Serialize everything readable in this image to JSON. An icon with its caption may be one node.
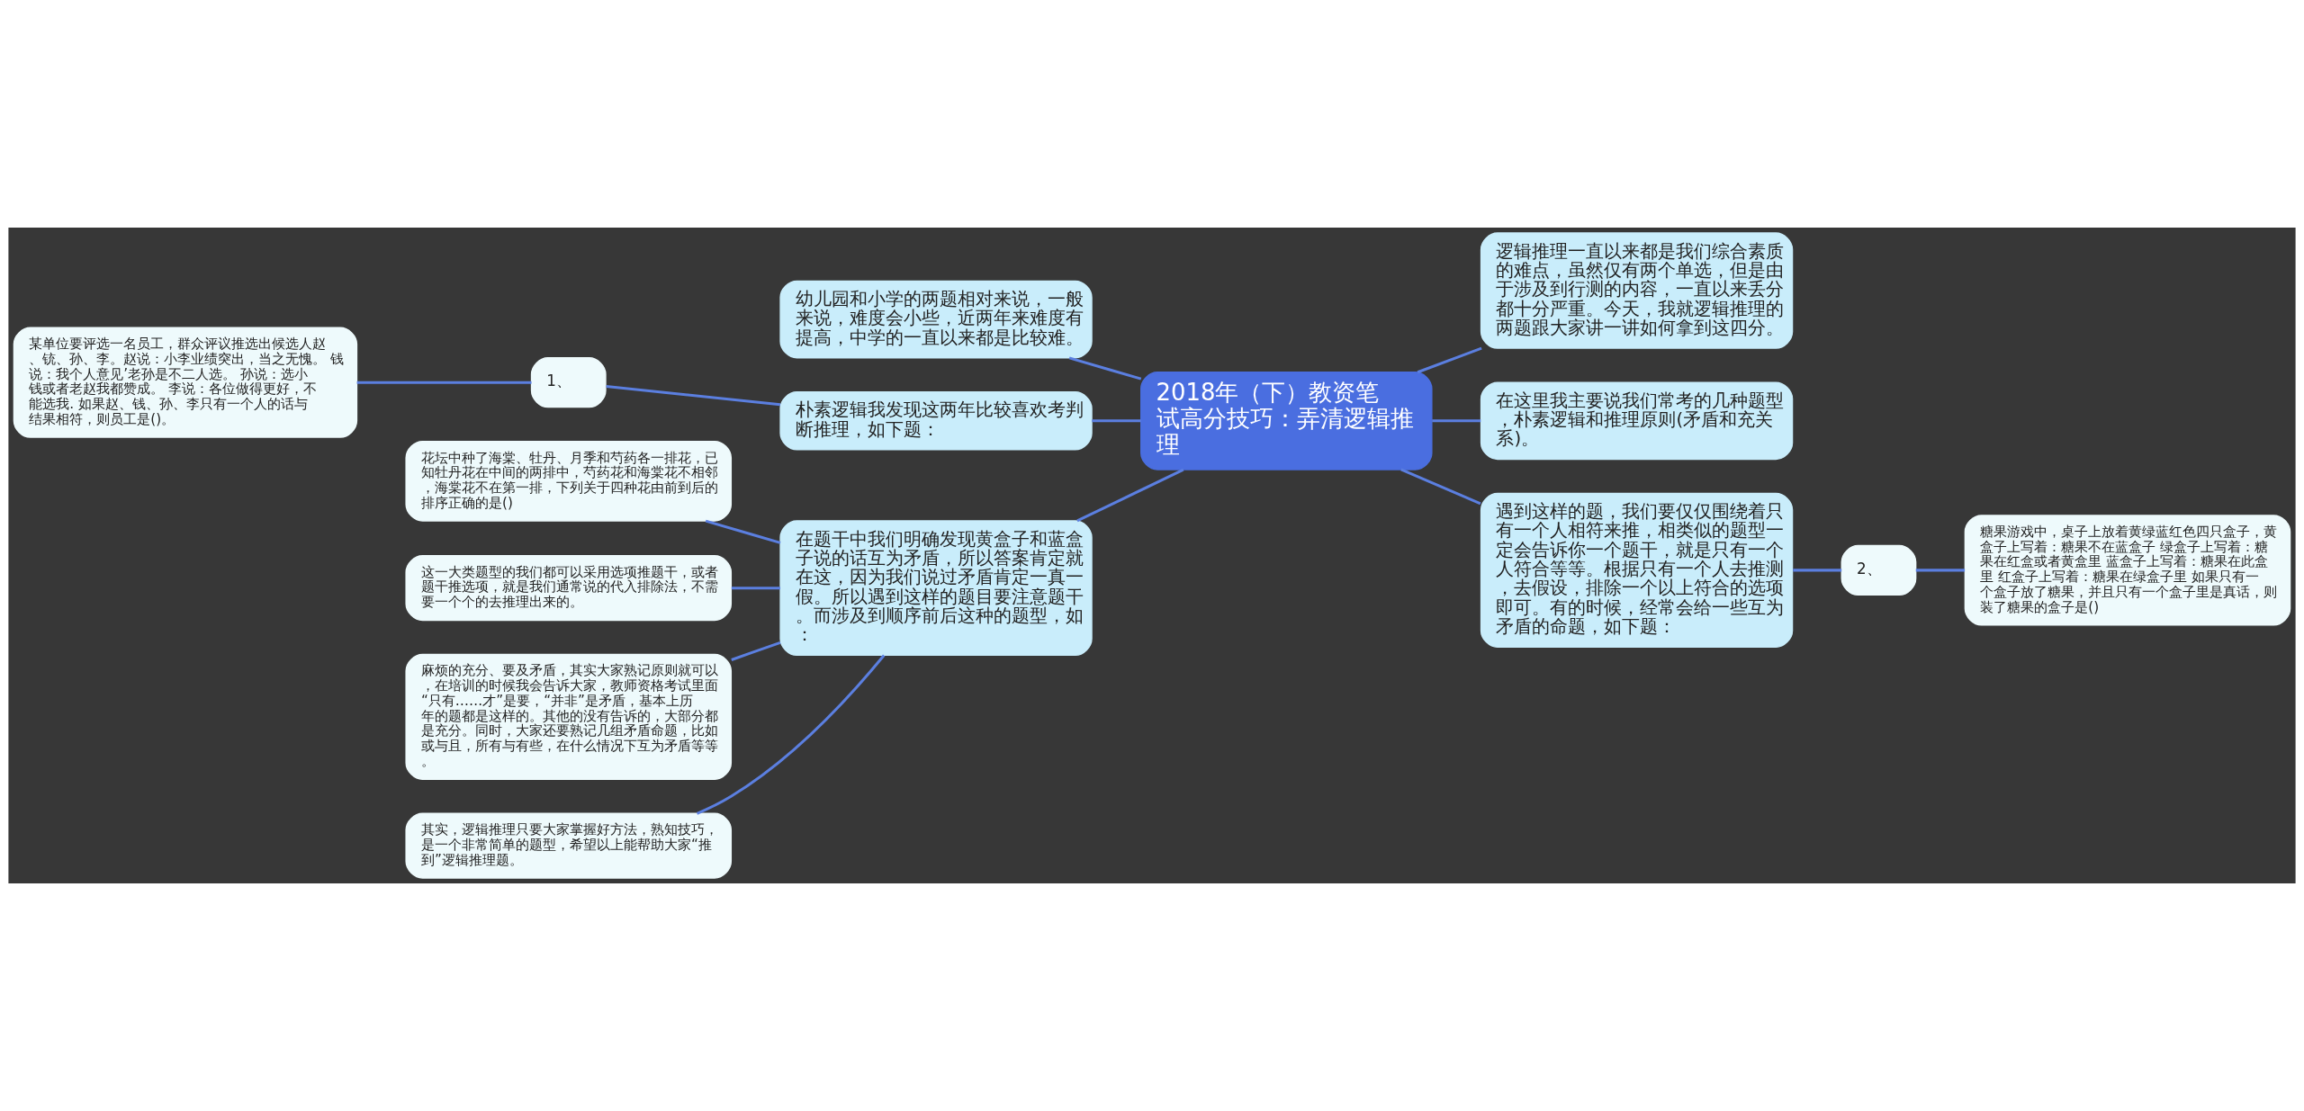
{
  "diagram": {
    "nodes": [
      {
        "text": [
          "2018年（下）教资笔试高分技巧：弄清逻辑推理"
        ]
      },
      {
        "text": [
          "幼儿园和小学的两题相对来说，一般来说，难度会小些，近两年来难度有提高，中学的一直以来都是比较难。"
        ]
      },
      {
        "text": [
          "朴素逻辑我发现这两年比较喜欢考判断推理，如下题："
        ]
      },
      {
        "text": [
          "1、"
        ]
      },
      {
        "text": [
          "某单位要评选一名员工，群众评议推选出候选人赵、铳、孙、李。赵说：小李业绩突出，当之无愧。 钱说：我个人意见’老孙是不二人选。 孙说：选小钱或者老赵我都赞成。 李说：各位做得更好，不能选我. 如果赵、钱、孙、李只有一个人的话与结果相符，则员工是()。"
        ]
      },
      {
        "text": [
          "在题干中我们明确发现黄盒子和蓝盒子说的话互为矛盾，所以答案肯定就在这，因为我们说过矛盾肯定一真一假。所以遇到这样的题目要注意题干。而涉及到顺序前后这种的题型，如："
        ]
      },
      {
        "text": [
          "花坛中种了海棠、牡丹、月季和芍药各一排花，已知牡丹花在中间的两排中，芍药花和海棠花不相邻，海棠花不在第一排，下列关于四种花由前到后的排序正确的是()"
        ]
      },
      {
        "text": [
          "这一大类题型的我们都可以采用选项推题干，或者题干推选项，就是我们通常说的代入排除法，不需要一个个的去推理出来的。"
        ]
      },
      {
        "text": [
          "麻烦的充分、要及矛盾，其实大家熟记原则就可以，在培训的时候我会告诉大家，教师资格考试里面“只有……才”是要，“并非”是矛盾，基本上历年的题都是这样的。其他的没有告诉的，大部分都是充分。同时，大家还要熟记几组矛盾命题，比如或与且，所有与有些，在什么情况下互为矛盾等等。"
        ]
      },
      {
        "text": [
          "其实，逻辑推理只要大家掌握好方法，熟知技巧，是一个非常简单的题型，希望以上能帮助大家“推到”逻辑推理题。"
        ]
      },
      {
        "text": [
          "逻辑推理一直以来都是我们综合素质的难点，虽然仅有两个单选，但是由于涉及到行测的内容，一直以来丢分都十分严重。今天，我就逻辑推理的两题跟大家讲一讲如何拿到这四分。"
        ]
      },
      {
        "text": [
          "在这里我主要说我们常考的几种题型，朴素逻辑和推理原则(矛盾和充关系)。"
        ]
      },
      {
        "text": [
          "遇到这样的题，我们要仅仅围绕着只有一个人相符来推，相类似的题型一定会告诉你一个题干，就是只有一个人符合等等。根据只有一个人去推测，去假设，排除一个以上符合的选项即可。有的时候，经常会给一些互为矛盾的命题，如下题："
        ]
      },
      {
        "text": [
          "2、"
        ]
      },
      {
        "text": [
          "糖果游戏中，桌子上放着黄绿蓝红色四只盒子，黄盒子上写着：糖果不在蓝盒子 绿盒子上写着：糖果在红盒或者黄盒里 蓝盒子上写着：糖果在此盒里 红盒子上写着：糖果在绿盒子里 如果只有一个盒子放了糖果，并且只有一个盒子里是真话，则装了糖果的盒子是()"
        ]
      }
    ],
    "edges": [
      {
        "from": 0,
        "to": 1,
        "arrow": "none"
      },
      {
        "from": 0,
        "to": 2,
        "arrow": "none"
      },
      {
        "from": 2,
        "to": 3,
        "arrow": "none"
      },
      {
        "from": 3,
        "to": 4,
        "arrow": "none"
      },
      {
        "from": 0,
        "to": 5,
        "arrow": "none"
      },
      {
        "from": 5,
        "to": 6,
        "arrow": "none"
      },
      {
        "from": 5,
        "to": 7,
        "arrow": "none"
      },
      {
        "from": 5,
        "to": 8,
        "arrow": "none"
      },
      {
        "from": 5,
        "to": 9,
        "arrow": "none"
      },
      {
        "from": 0,
        "to": 10,
        "arrow": "none"
      },
      {
        "from": 0,
        "to": 11,
        "arrow": "none"
      },
      {
        "from": 0,
        "to": 12,
        "arrow": "none"
      },
      {
        "from": 12,
        "to": 13,
        "arrow": "none"
      },
      {
        "from": 13,
        "to": 14,
        "arrow": "none"
      }
    ]
  }
}
